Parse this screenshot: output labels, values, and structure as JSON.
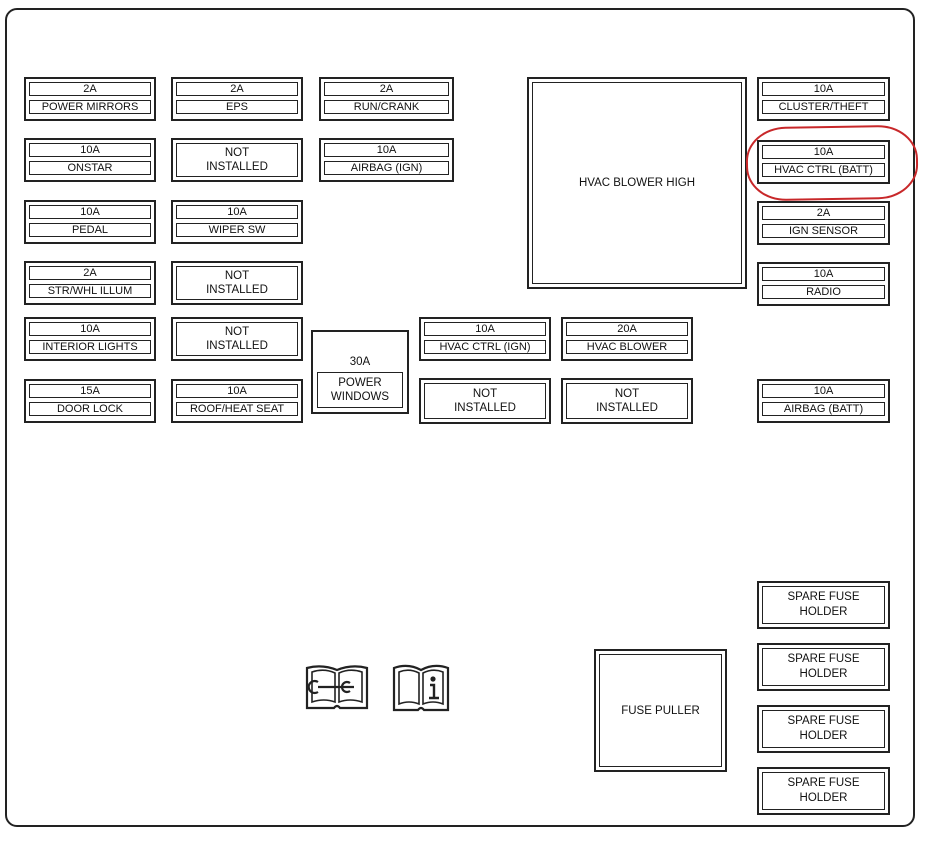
{
  "fuses": {
    "power_mirrors": {
      "amp": "2A",
      "label": "POWER MIRRORS"
    },
    "eps": {
      "amp": "2A",
      "label": "EPS"
    },
    "run_crank": {
      "amp": "2A",
      "label": "RUN/CRANK"
    },
    "onstar": {
      "amp": "10A",
      "label": "ONSTAR"
    },
    "airbag_ign": {
      "amp": "10A",
      "label": "AIRBAG (IGN)"
    },
    "pedal": {
      "amp": "10A",
      "label": "PEDAL"
    },
    "wiper_sw": {
      "amp": "10A",
      "label": "WIPER SW"
    },
    "str_whl_illum": {
      "amp": "2A",
      "label": "STR/WHL ILLUM"
    },
    "interior_lights": {
      "amp": "10A",
      "label": "INTERIOR LIGHTS"
    },
    "door_lock": {
      "amp": "15A",
      "label": "DOOR LOCK"
    },
    "roof_heat_seat": {
      "amp": "10A",
      "label": "ROOF/HEAT SEAT"
    },
    "hvac_ctrl_ign": {
      "amp": "10A",
      "label": "HVAC CTRL (IGN)"
    },
    "hvac_blower": {
      "amp": "20A",
      "label": "HVAC BLOWER"
    },
    "cluster_theft": {
      "amp": "10A",
      "label": "CLUSTER/THEFT"
    },
    "hvac_ctrl_batt": {
      "amp": "10A",
      "label": "HVAC CTRL (BATT)"
    },
    "ign_sensor": {
      "amp": "2A",
      "label": "IGN SENSOR"
    },
    "radio": {
      "amp": "10A",
      "label": "RADIO"
    },
    "airbag_batt": {
      "amp": "10A",
      "label": "AIRBAG (BATT)"
    }
  },
  "not_installed": {
    "line1": "NOT",
    "line2": "INSTALLED"
  },
  "power_windows": {
    "amp": "30A",
    "line1": "POWER",
    "line2": "WINDOWS"
  },
  "hvac_blower_high": "HVAC BLOWER HIGH",
  "fuse_puller": "FUSE PULLER",
  "spare": {
    "line1": "SPARE FUSE",
    "line2": "HOLDER"
  },
  "highlight_color": "#c8282a",
  "icons": [
    "service-manual-icon",
    "owners-manual-info-icon"
  ]
}
